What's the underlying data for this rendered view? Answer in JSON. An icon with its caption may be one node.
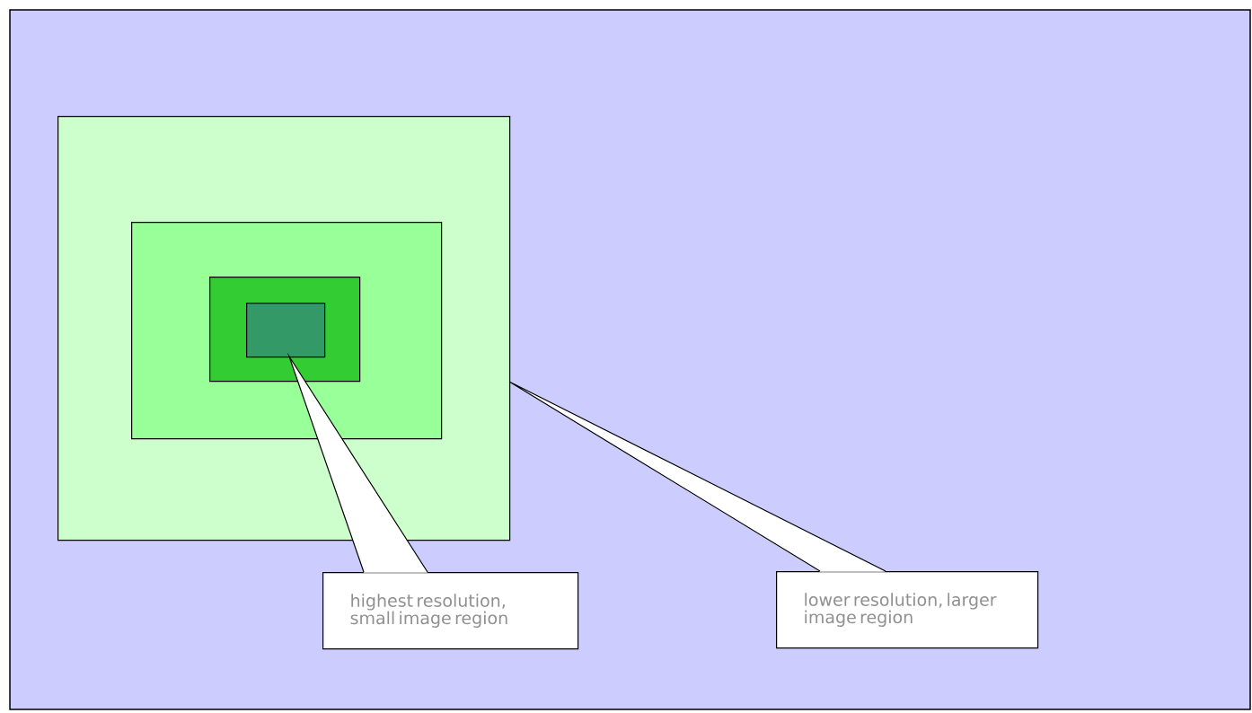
{
  "diagram": {
    "nodes": [
      {
        "text": [],
        "shape": "box"
      },
      {
        "text": [],
        "shape": "box",
        "in": 0
      },
      {
        "text": [],
        "shape": "box",
        "in": 1
      },
      {
        "text": [],
        "shape": "box",
        "in": 2
      },
      {
        "text": [
          "highest resolution, small image region"
        ]
      },
      {
        "text": [
          "lower resolution, larger image region"
        ]
      }
    ],
    "edges": [
      {
        "from": 4,
        "to": 3,
        "arrow": "none"
      },
      {
        "from": 5,
        "to": 0,
        "arrow": "none"
      }
    ]
  }
}
